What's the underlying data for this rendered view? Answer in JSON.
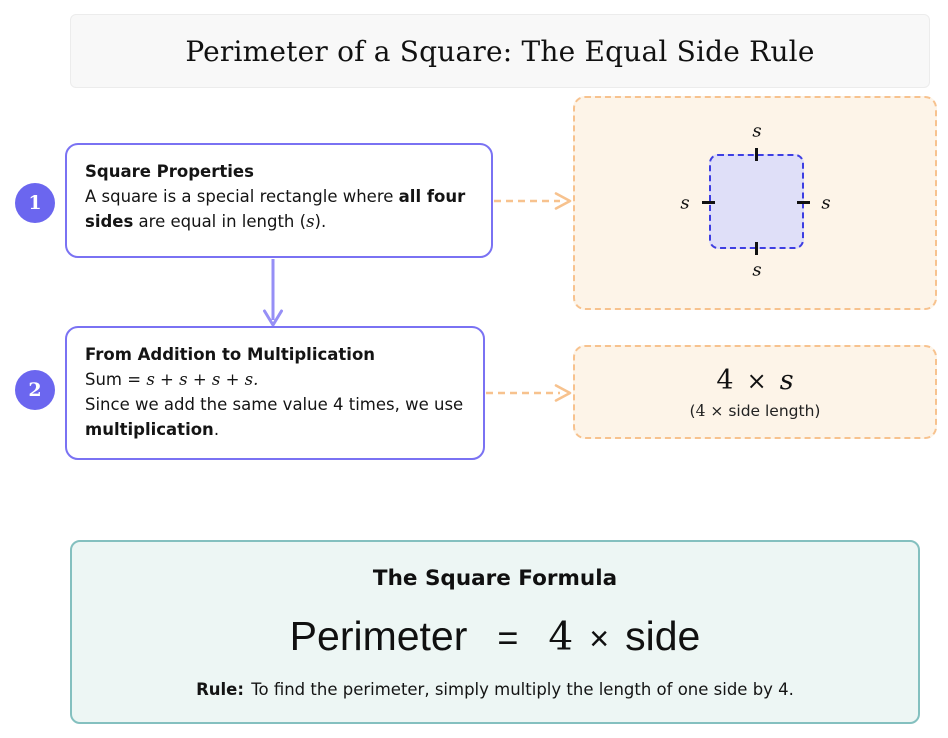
{
  "title": "Perimeter of a Square: The Equal Side Rule",
  "steps": [
    {
      "badge": "1",
      "heading": "Square Properties",
      "body_pre": "A square is a special rectangle where ",
      "body_bold": "all four sides",
      "body_mid": " are equal in length (",
      "body_math": "s",
      "body_post": ")."
    },
    {
      "badge": "2",
      "heading": "From Addition to Multiplication",
      "sum_label": "Sum ",
      "sum_math": "= s + s + s + s.",
      "body_pre": "Since we add the same value 4 times, we use ",
      "body_bold": "multiplication",
      "body_post": "."
    }
  ],
  "square_panel": {
    "label_top": "s",
    "label_right": "s",
    "label_bottom": "s",
    "label_left": "s"
  },
  "product_panel": {
    "factor": "4",
    "times": "×",
    "variable": "s",
    "caption_open": "(",
    "caption_factor": "4",
    "caption_times": " × ",
    "caption_rest": "side length)"
  },
  "summary": {
    "heading": "The Square Formula",
    "lhs": "Perimeter",
    "equals": "=",
    "factor": "4",
    "times": "×",
    "rhs": "side",
    "rule_label": "Rule:",
    "rule_text": " To find the perimeter, simply multiply the length of one side by 4."
  },
  "colors": {
    "accent_purple": "#6b66ef",
    "accent_purple_light": "#968ff6",
    "accent_orange": "#f7c28e",
    "panel_orange_bg": "#fdf4e8",
    "square_blue": "#3e3ee2",
    "square_fill": "#dfdff8",
    "teal_border": "#84c0bf",
    "teal_bg": "#edf6f4"
  }
}
